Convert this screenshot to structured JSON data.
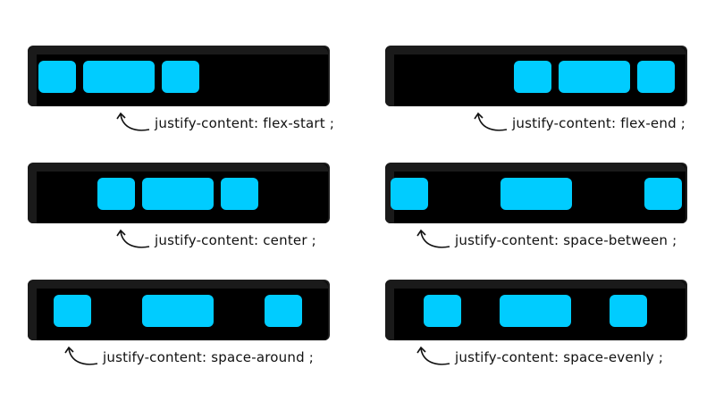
{
  "accent_color": "#00ccff",
  "bar_color": "#000000",
  "examples": [
    {
      "label": "justify-content: flex-start ;"
    },
    {
      "label": "justify-content: flex-end ;"
    },
    {
      "label": "justify-content: center ;"
    },
    {
      "label": "justify-content: space-between ;"
    },
    {
      "label": "justify-content: space-around ;"
    },
    {
      "label": "justify-content: space-evenly ;"
    }
  ]
}
